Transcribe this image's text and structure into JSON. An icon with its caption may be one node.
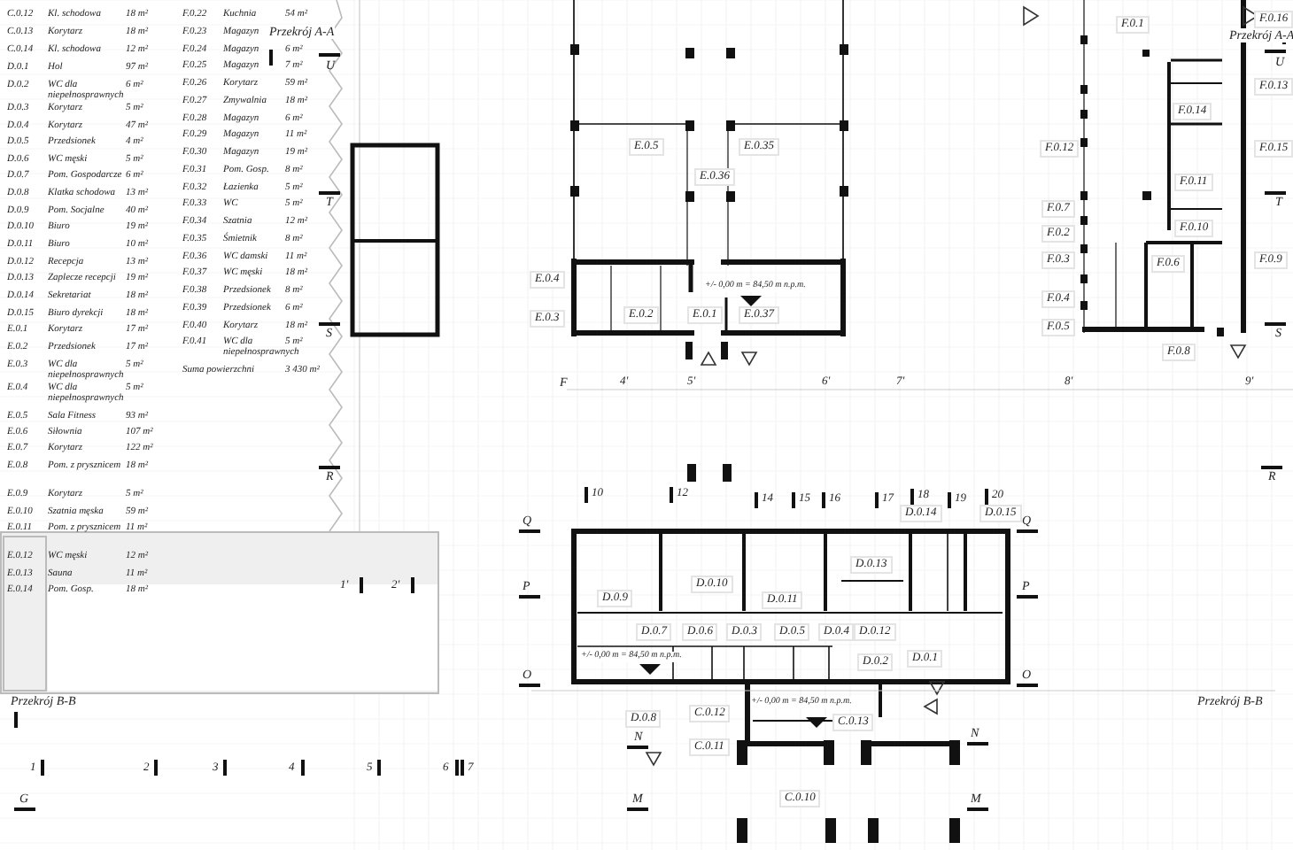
{
  "diagram": {
    "labels": [
      "C.0.12",
      "Kl. schodowa",
      "18 m²",
      "F.0.22",
      "Kuchnia",
      "54 m²",
      "C.0.13",
      "Korytarz",
      "18 m²",
      "F.0.23",
      "Magazyn",
      "C.0.14",
      "Kl. schodowa",
      "12 m²",
      "F.0.24",
      "Magazyn",
      "6 m²",
      "D.0.1",
      "Hol",
      "97 m²",
      "F.0.25",
      "Magazyn",
      "7 m²",
      "D.0.2",
      "WC dla niepełnosprawnych",
      "6 m²",
      "F.0.26",
      "Korytarz",
      "59 m²",
      "D.0.3",
      "Korytarz",
      "5 m²",
      "F.0.27",
      "Zmywalnia",
      "18 m²",
      "D.0.4",
      "Korytarz",
      "47 m²",
      "F.0.28",
      "Magazyn",
      "6 m²",
      "D.0.5",
      "Przedsionek",
      "4 m²",
      "F.0.29",
      "Magazyn",
      "11 m²",
      "D.0.6",
      "WC męski",
      "5 m²",
      "F.0.30",
      "Magazyn",
      "19 m²",
      "D.0.7",
      "Pom. Gospodarcze",
      "6 m²",
      "F.0.31",
      "Pom. Gosp.",
      "8 m²",
      "D.0.8",
      "Klatka schodowa",
      "13 m²",
      "F.0.32",
      "Łazienka",
      "5 m²",
      "D.0.9",
      "Pom. Socjalne",
      "40 m²",
      "F.0.33",
      "WC",
      "5 m²",
      "D.0.10",
      "Biuro",
      "19 m²",
      "F.0.34",
      "Szatnia",
      "12 m²",
      "D.0.11",
      "Biuro",
      "10 m²",
      "F.0.35",
      "Śmietnik",
      "8 m²",
      "D.0.12",
      "Recepcja",
      "13 m²",
      "F.0.36",
      "WC damski",
      "11 m²",
      "D.0.13",
      "Zaplecze recepcji",
      "19 m²",
      "F.0.37",
      "WC męski",
      "18 m²",
      "D.0.14",
      "Sekretariat",
      "18 m²",
      "F.0.38",
      "Przedsionek",
      "8 m²",
      "D.0.15",
      "Biuro dyrekcji",
      "18 m²",
      "F.0.39",
      "Przedsionek",
      "6 m²",
      "E.0.1",
      "Korytarz",
      "17 m²",
      "F.0.40",
      "Korytarz",
      "18 m²",
      "E.0.2",
      "Przedsionek",
      "17 m²",
      "F.0.41",
      "WC dla niepełnosprawnych",
      "5 m²",
      "E.0.3",
      "WC dla niepełnosprawnych",
      "5 m²",
      "Suma powierzchni",
      "3 430 m²",
      "E.0.4",
      "WC dla niepełnosprawnych",
      "5 m²",
      "E.0.5",
      "Sala Fitness",
      "93 m²",
      "E.0.6",
      "Siłownia",
      "107 m²",
      "E.0.7",
      "Korytarz",
      "122 m²",
      "E.0.8",
      "Pom. z prysznicem",
      "18 m²",
      "E.0.9",
      "Korytarz",
      "5 m²",
      "E.0.10",
      "Szatnia męska",
      "59 m²",
      "E.0.11",
      "Pom. z prysznicem",
      "11 m²",
      "E.0.12",
      "WC męski",
      "12 m²",
      "E.0.13",
      "Sauna",
      "11 m²",
      "E.0.14",
      "Pom. Gosp.",
      "18 m²",
      "Przekrój A-A",
      "U",
      "F.0.1",
      "F.0.16",
      "Przekrój A-A",
      "U",
      "F.0.13",
      "F.0.14",
      "E.0.5",
      "E.0.35",
      "F.0.12",
      "F.0.15",
      "E.0.36",
      "F.0.11",
      "T",
      "T",
      "F.0.7",
      "F.0.10",
      "F.0.2",
      "F.0.3",
      "F.0.6",
      "F.0.9",
      "E.0.4",
      "+/- 0,00 m = 84,50 m n.p.m.",
      "F.0.4",
      "E.0.3",
      "E.0.2",
      "E.0.1",
      "E.0.37",
      "S",
      "S",
      "F.0.5",
      "F.0.8",
      "F",
      "4'",
      "5'",
      "6'",
      "7'",
      "8'",
      "9'",
      "R",
      "R",
      "10",
      "12",
      "14",
      "15",
      "16",
      "17",
      "18",
      "19",
      "20",
      "Q",
      "D.0.14",
      "D.0.15",
      "Q",
      "D.0.13",
      "1'",
      "2'",
      "P",
      "D.0.9",
      "D.0.10",
      "D.0.11",
      "P",
      "D.0.7",
      "D.0.6",
      "D.0.3",
      "D.0.5",
      "D.0.4",
      "D.0.12",
      "+/- 0,00 m = 84,50 m n.p.m.",
      "D.0.2",
      "D.0.1",
      "O",
      "O",
      "Przekrój B-B",
      "+/- 0,00 m = 84,50 m n.p.m.",
      "Przekrój B-B",
      "D.0.8",
      "C.0.12",
      "C.0.13",
      "N",
      "C.0.11",
      "N",
      "1",
      "2",
      "3",
      "4",
      "5",
      "6",
      "7",
      "G",
      "M",
      "C.0.10",
      "M"
    ]
  }
}
